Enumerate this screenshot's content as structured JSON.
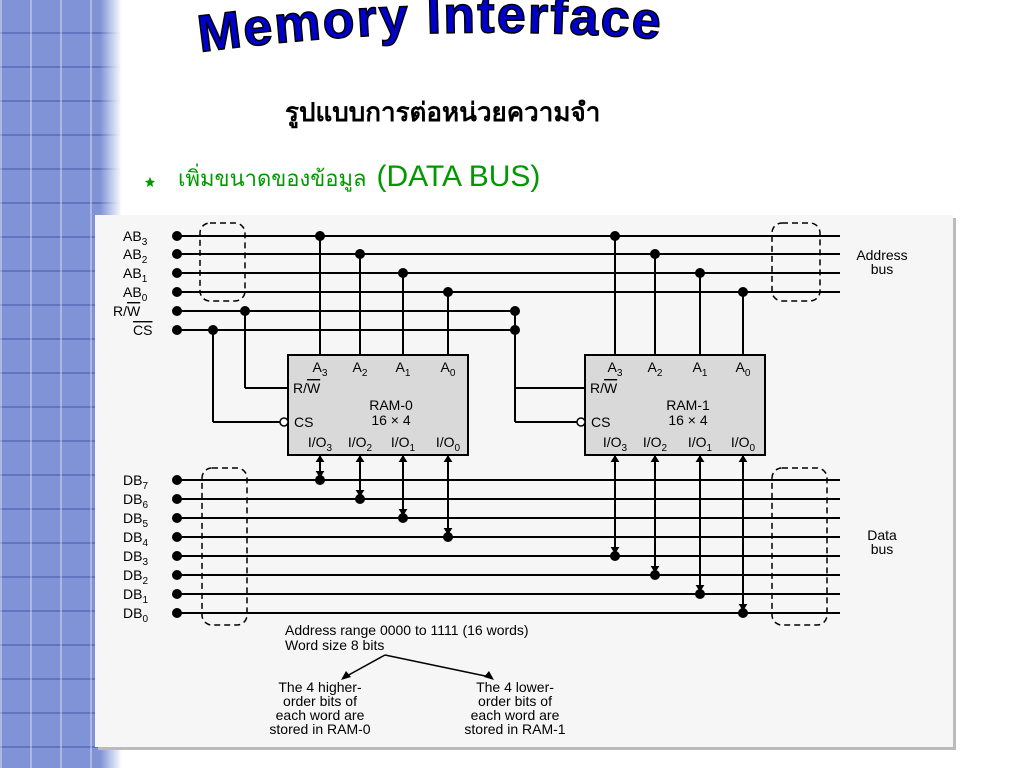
{
  "slide": {
    "title": "Memory Interface",
    "subtitle": "รูปแบบการต่อหน่วยความจำ",
    "bullet_thai": "เพิ่มขนาดของข้อมูล",
    "bullet_en": "(DATA BUS)",
    "bullet_icon": "crescent-star-icon"
  },
  "diagram": {
    "address_signals": [
      {
        "name": "AB",
        "sub": "3"
      },
      {
        "name": "AB",
        "sub": "2"
      },
      {
        "name": "AB",
        "sub": "1"
      },
      {
        "name": "AB",
        "sub": "0"
      }
    ],
    "rw_signal": {
      "base": "R/",
      "over": "W"
    },
    "cs_signal": {
      "over": "CS"
    },
    "data_signals": [
      {
        "name": "DB",
        "sub": "7"
      },
      {
        "name": "DB",
        "sub": "6"
      },
      {
        "name": "DB",
        "sub": "5"
      },
      {
        "name": "DB",
        "sub": "4"
      },
      {
        "name": "DB",
        "sub": "3"
      },
      {
        "name": "DB",
        "sub": "2"
      },
      {
        "name": "DB",
        "sub": "1"
      },
      {
        "name": "DB",
        "sub": "0"
      }
    ],
    "address_bus_label": [
      "Address",
      "bus"
    ],
    "data_bus_label": [
      "Data",
      "bus"
    ],
    "chips": [
      {
        "name": "RAM-0",
        "size": "16 × 4",
        "rw_base": "R/",
        "rw_over": "W",
        "cs": "CS",
        "address_pins": [
          {
            "n": "A",
            "s": "3"
          },
          {
            "n": "A",
            "s": "2"
          },
          {
            "n": "A",
            "s": "1"
          },
          {
            "n": "A",
            "s": "0"
          }
        ],
        "io_pins": [
          {
            "n": "I/O",
            "s": "3"
          },
          {
            "n": "I/O",
            "s": "2"
          },
          {
            "n": "I/O",
            "s": "1"
          },
          {
            "n": "I/O",
            "s": "0"
          }
        ]
      },
      {
        "name": "RAM-1",
        "size": "16 × 4",
        "rw_base": "R/",
        "rw_over": "W",
        "cs": "CS",
        "address_pins": [
          {
            "n": "A",
            "s": "3"
          },
          {
            "n": "A",
            "s": "2"
          },
          {
            "n": "A",
            "s": "1"
          },
          {
            "n": "A",
            "s": "0"
          }
        ],
        "io_pins": [
          {
            "n": "I/O",
            "s": "3"
          },
          {
            "n": "I/O",
            "s": "2"
          },
          {
            "n": "I/O",
            "s": "1"
          },
          {
            "n": "I/O",
            "s": "0"
          }
        ]
      }
    ],
    "address_range": "Address range 0000 to 1111 (16 words)",
    "word_size": "Word size 8 bits",
    "note_left": [
      "The 4 higher-",
      "order bits of",
      "each word are",
      "stored in RAM-0"
    ],
    "note_right": [
      "The 4 lower-",
      "order bits of",
      "each word are",
      "stored in RAM-1"
    ]
  },
  "colors": {
    "title": "#0000cc",
    "accent": "#009900",
    "text": "#000000"
  }
}
